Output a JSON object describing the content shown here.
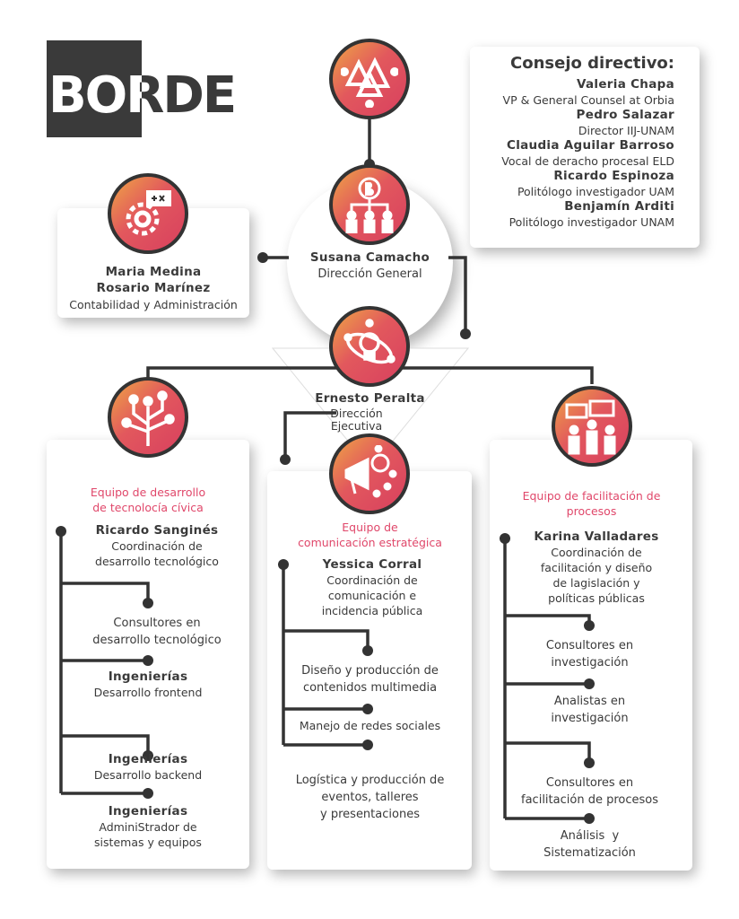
{
  "logo": {
    "text": "BORDE"
  },
  "consejo": {
    "title": "Consejo directivo:",
    "members": [
      {
        "name": "Valeria Chapa",
        "role": "VP & General Counsel at Orbia"
      },
      {
        "name": "Pedro Salazar",
        "role": "Director IIJ-UNAM"
      },
      {
        "name": "Claudia Aguilar Barroso",
        "role": "Vocal de deracho procesal ELD"
      },
      {
        "name": "Ricardo Espinoza",
        "role": "Politólogo investigador UAM"
      },
      {
        "name": "Benjamín Arditi",
        "role": "Politólogo investigador UNAM"
      }
    ]
  },
  "general": {
    "name": "Susana Camacho",
    "role": "Dirección General"
  },
  "admin": {
    "name1": "Maria Medina",
    "name2": "Rosario Marínez",
    "role": "Contabilidad y Administración"
  },
  "ejecutiva": {
    "name": "Ernesto Peralta",
    "role1": "Dirección",
    "role2": "Ejecutiva"
  },
  "tech": {
    "title1": "Equipo de desarrollo",
    "title2": "de tecnolocía cívica",
    "lead": {
      "name": "Ricardo Sanginés",
      "role1": "Coordinación de",
      "role2": "desarrollo tecnológico"
    },
    "items": [
      {
        "l1": "Consultores en",
        "l2": "desarrollo tecnológico"
      },
      {
        "name": "Ingenierías",
        "l1": "Desarrollo frontend"
      },
      {
        "name": "Ingenierías",
        "l1": "Desarrollo backend"
      },
      {
        "name": "Ingenierías",
        "l1": "AdminiStrador de",
        "l2": "sistemas y equipos"
      }
    ]
  },
  "comm": {
    "title1": "Equipo de",
    "title2": "comunicación estratégica",
    "lead": {
      "name": "Yessica Corral",
      "role1": "Coordinación de",
      "role2": "comunicación e",
      "role3": "incidencia pública"
    },
    "items": [
      {
        "l1": "Diseño y producción de",
        "l2": "contenidos multimedia"
      },
      {
        "l1": "Manejo de redes sociales"
      },
      {
        "l1": "Logística y producción de",
        "l2": "eventos, talleres",
        "l3": "y presentaciones"
      }
    ]
  },
  "facil": {
    "title1": "Equipo de facilitación de",
    "title2": "procesos",
    "lead": {
      "name": "Karina Valladares",
      "role1": "Coordinación de",
      "role2": "facilitación y diseño",
      "role3": "de lagislación y",
      "role4": "políticas públicas"
    },
    "items": [
      {
        "l1": "Consultores en",
        "l2": "investigación"
      },
      {
        "l1": "Analistas en",
        "l2": "investigación"
      },
      {
        "l1": "Consultores en",
        "l2": "facilitación de procesos"
      },
      {
        "l1": "Análisis  y",
        "l2": "Sistematización"
      }
    ]
  },
  "colors": {
    "accent": "#e0476a",
    "dark": "#333333",
    "orange": "#eea545"
  }
}
